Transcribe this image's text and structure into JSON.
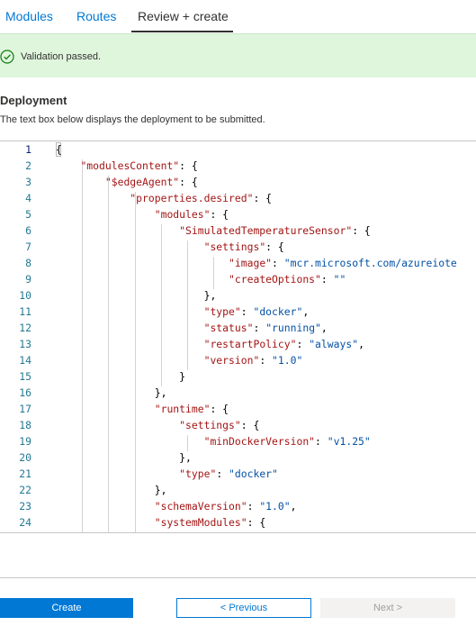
{
  "tabs": [
    {
      "label": "Modules",
      "active": false
    },
    {
      "label": "Routes",
      "active": false
    },
    {
      "label": "Review + create",
      "active": true
    }
  ],
  "validation": {
    "message": "Validation passed.",
    "status_color": "#107c10"
  },
  "deployment": {
    "title": "Deployment",
    "description": "The text box below displays the deployment to be submitted."
  },
  "editor": {
    "line_numbers": [
      "1",
      "2",
      "3",
      "4",
      "5",
      "6",
      "7",
      "8",
      "9",
      "10",
      "11",
      "12",
      "13",
      "14",
      "15",
      "16",
      "17",
      "18",
      "19",
      "20",
      "21",
      "22",
      "23",
      "24"
    ],
    "lines": [
      [
        {
          "t": "p",
          "v": "{"
        }
      ],
      [
        {
          "t": "p",
          "v": "    "
        },
        {
          "t": "k",
          "v": "\"modulesContent\""
        },
        {
          "t": "p",
          "v": ": {"
        }
      ],
      [
        {
          "t": "p",
          "v": "        "
        },
        {
          "t": "k",
          "v": "\"$edgeAgent\""
        },
        {
          "t": "p",
          "v": ": {"
        }
      ],
      [
        {
          "t": "p",
          "v": "            "
        },
        {
          "t": "k",
          "v": "\"properties.desired\""
        },
        {
          "t": "p",
          "v": ": {"
        }
      ],
      [
        {
          "t": "p",
          "v": "                "
        },
        {
          "t": "k",
          "v": "\"modules\""
        },
        {
          "t": "p",
          "v": ": {"
        }
      ],
      [
        {
          "t": "p",
          "v": "                    "
        },
        {
          "t": "k",
          "v": "\"SimulatedTemperatureSensor\""
        },
        {
          "t": "p",
          "v": ": {"
        }
      ],
      [
        {
          "t": "p",
          "v": "                        "
        },
        {
          "t": "k",
          "v": "\"settings\""
        },
        {
          "t": "p",
          "v": ": {"
        }
      ],
      [
        {
          "t": "p",
          "v": "                            "
        },
        {
          "t": "k",
          "v": "\"image\""
        },
        {
          "t": "p",
          "v": ": "
        },
        {
          "t": "s",
          "v": "\"mcr.microsoft.com/azureiote"
        }
      ],
      [
        {
          "t": "p",
          "v": "                            "
        },
        {
          "t": "k",
          "v": "\"createOptions\""
        },
        {
          "t": "p",
          "v": ": "
        },
        {
          "t": "s",
          "v": "\"\""
        }
      ],
      [
        {
          "t": "p",
          "v": "                        },"
        }
      ],
      [
        {
          "t": "p",
          "v": "                        "
        },
        {
          "t": "k",
          "v": "\"type\""
        },
        {
          "t": "p",
          "v": ": "
        },
        {
          "t": "s",
          "v": "\"docker\""
        },
        {
          "t": "p",
          "v": ","
        }
      ],
      [
        {
          "t": "p",
          "v": "                        "
        },
        {
          "t": "k",
          "v": "\"status\""
        },
        {
          "t": "p",
          "v": ": "
        },
        {
          "t": "s",
          "v": "\"running\""
        },
        {
          "t": "p",
          "v": ","
        }
      ],
      [
        {
          "t": "p",
          "v": "                        "
        },
        {
          "t": "k",
          "v": "\"restartPolicy\""
        },
        {
          "t": "p",
          "v": ": "
        },
        {
          "t": "s",
          "v": "\"always\""
        },
        {
          "t": "p",
          "v": ","
        }
      ],
      [
        {
          "t": "p",
          "v": "                        "
        },
        {
          "t": "k",
          "v": "\"version\""
        },
        {
          "t": "p",
          "v": ": "
        },
        {
          "t": "s",
          "v": "\"1.0\""
        }
      ],
      [
        {
          "t": "p",
          "v": "                    }"
        }
      ],
      [
        {
          "t": "p",
          "v": "                },"
        }
      ],
      [
        {
          "t": "p",
          "v": "                "
        },
        {
          "t": "k",
          "v": "\"runtime\""
        },
        {
          "t": "p",
          "v": ": {"
        }
      ],
      [
        {
          "t": "p",
          "v": "                    "
        },
        {
          "t": "k",
          "v": "\"settings\""
        },
        {
          "t": "p",
          "v": ": {"
        }
      ],
      [
        {
          "t": "p",
          "v": "                        "
        },
        {
          "t": "k",
          "v": "\"minDockerVersion\""
        },
        {
          "t": "p",
          "v": ": "
        },
        {
          "t": "s",
          "v": "\"v1.25\""
        }
      ],
      [
        {
          "t": "p",
          "v": "                    },"
        }
      ],
      [
        {
          "t": "p",
          "v": "                    "
        },
        {
          "t": "k",
          "v": "\"type\""
        },
        {
          "t": "p",
          "v": ": "
        },
        {
          "t": "s",
          "v": "\"docker\""
        }
      ],
      [
        {
          "t": "p",
          "v": "                },"
        }
      ],
      [
        {
          "t": "p",
          "v": "                "
        },
        {
          "t": "k",
          "v": "\"schemaVersion\""
        },
        {
          "t": "p",
          "v": ": "
        },
        {
          "t": "s",
          "v": "\"1.0\""
        },
        {
          "t": "p",
          "v": ","
        }
      ],
      [
        {
          "t": "p",
          "v": "                "
        },
        {
          "t": "k",
          "v": "\"systemModules\""
        },
        {
          "t": "p",
          "v": ": {"
        }
      ]
    ]
  },
  "buttons": {
    "create": "Create",
    "previous": "< Previous",
    "next": "Next >"
  },
  "colors": {
    "accent": "#0078d4",
    "banner_bg": "#dff6dd",
    "json_key": "#a31515",
    "json_string": "#0451a5",
    "line_number": "#237893"
  }
}
